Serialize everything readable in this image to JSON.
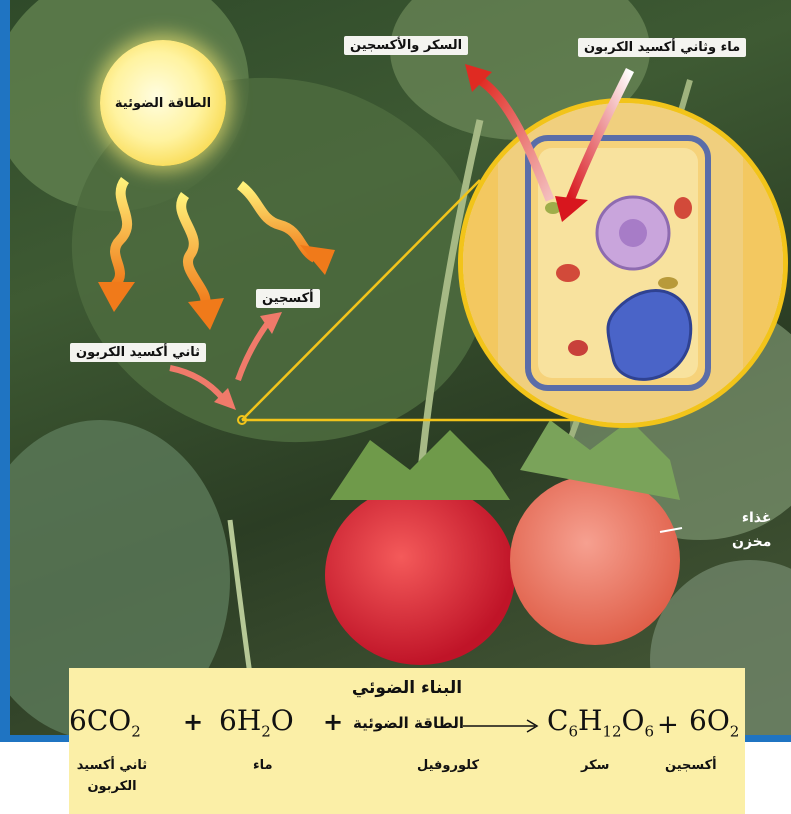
{
  "labels": {
    "sun": "الطاقة الضوئية",
    "sugar_oxygen": "السكر والأكسجين",
    "water_co2": "ماء وثاني أكسيد الكربون",
    "oxygen": "أكسجين",
    "co2": "ثاني أكسيد الكربون",
    "food_line1": "غذاء",
    "food_line2": "مخزن"
  },
  "equation": {
    "title": "البناء الضوئي",
    "co2_coef": "6CO",
    "co2_sub": "2",
    "plus1": "+",
    "h2o_coef": "6H",
    "h2o_sub": "2",
    "h2o_o": "O",
    "plus2": "+",
    "energy": "الطاقة الضوئية",
    "c": "C",
    "c_sub": "6",
    "h": "H",
    "h_sub": "12",
    "o": "O",
    "o_sub": "6",
    "plus3": "+",
    "o2_coef": "6O",
    "o2_sub": "2",
    "lbl_co2": "ثاني أكسيد",
    "lbl_co2_2": "الكربون",
    "lbl_water": "ماء",
    "lbl_chlorophyll": "كلوروفيل",
    "lbl_sugar": "سكر",
    "lbl_oxygen": "أكسجين"
  },
  "colors": {
    "frame_blue": "#1f74c2",
    "equation_bg": "#fbefa7",
    "magnifier_border": "#f2c41a"
  }
}
